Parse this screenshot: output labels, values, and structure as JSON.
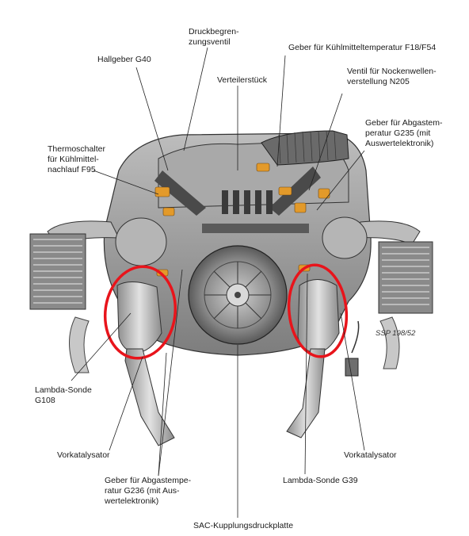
{
  "labels": {
    "druckbegrenzungsventil": "Druckbegren-\nzungsventil",
    "hallgeber": "Hallgeber G40",
    "kuehlmitteltemperatur": "Geber für Kühlmitteltemperatur F18/F54",
    "verteilerstueck": "Verteilerstück",
    "nockenwellen": "Ventil für Nockenwellen-\nverstellung N205",
    "abgastemp_g235": "Geber für Abgastem-\nperatur G235 (mit\nAuswertelektronik)",
    "thermoschalter": "Thermoschalter\nfür Kühlmittel-\nnachlauf F95",
    "ssp": "SSP 198/52",
    "lambda_g108": "Lambda-Sonde\nG108",
    "vorkat_left": "Vorkatalysator",
    "vorkat_right": "Vorkatalysator",
    "abgastemp_g236": "Geber für Abgastempe-\nratur G236 (mit Aus-\nwertelektronik)",
    "lambda_g39": "Lambda-Sonde G39",
    "kupplung": "SAC-Kupplungsdruckplatte"
  },
  "colors": {
    "highlight": "#e8141b",
    "line": "#222222",
    "engine_dark": "#5a5a5a",
    "engine_mid": "#9a9a9a",
    "engine_light": "#d2d2d2",
    "accent": "#e39a2a"
  }
}
